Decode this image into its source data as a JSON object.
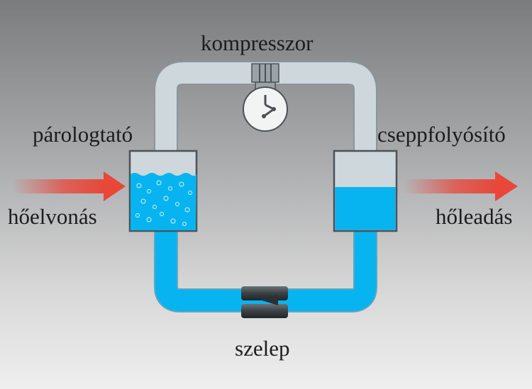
{
  "labels": {
    "compressor": "kompresszor",
    "evaporator": "párologtató",
    "condenser": "cseppfolyósító",
    "heat_in": "hőelvonás",
    "heat_out": "hőleadás",
    "valve": "szelep"
  },
  "colors": {
    "vapor_pipe": "#c9d3d8",
    "liquid": "#07b4ef",
    "arrow": "#e8473a",
    "valve_body": "#3d4448"
  }
}
